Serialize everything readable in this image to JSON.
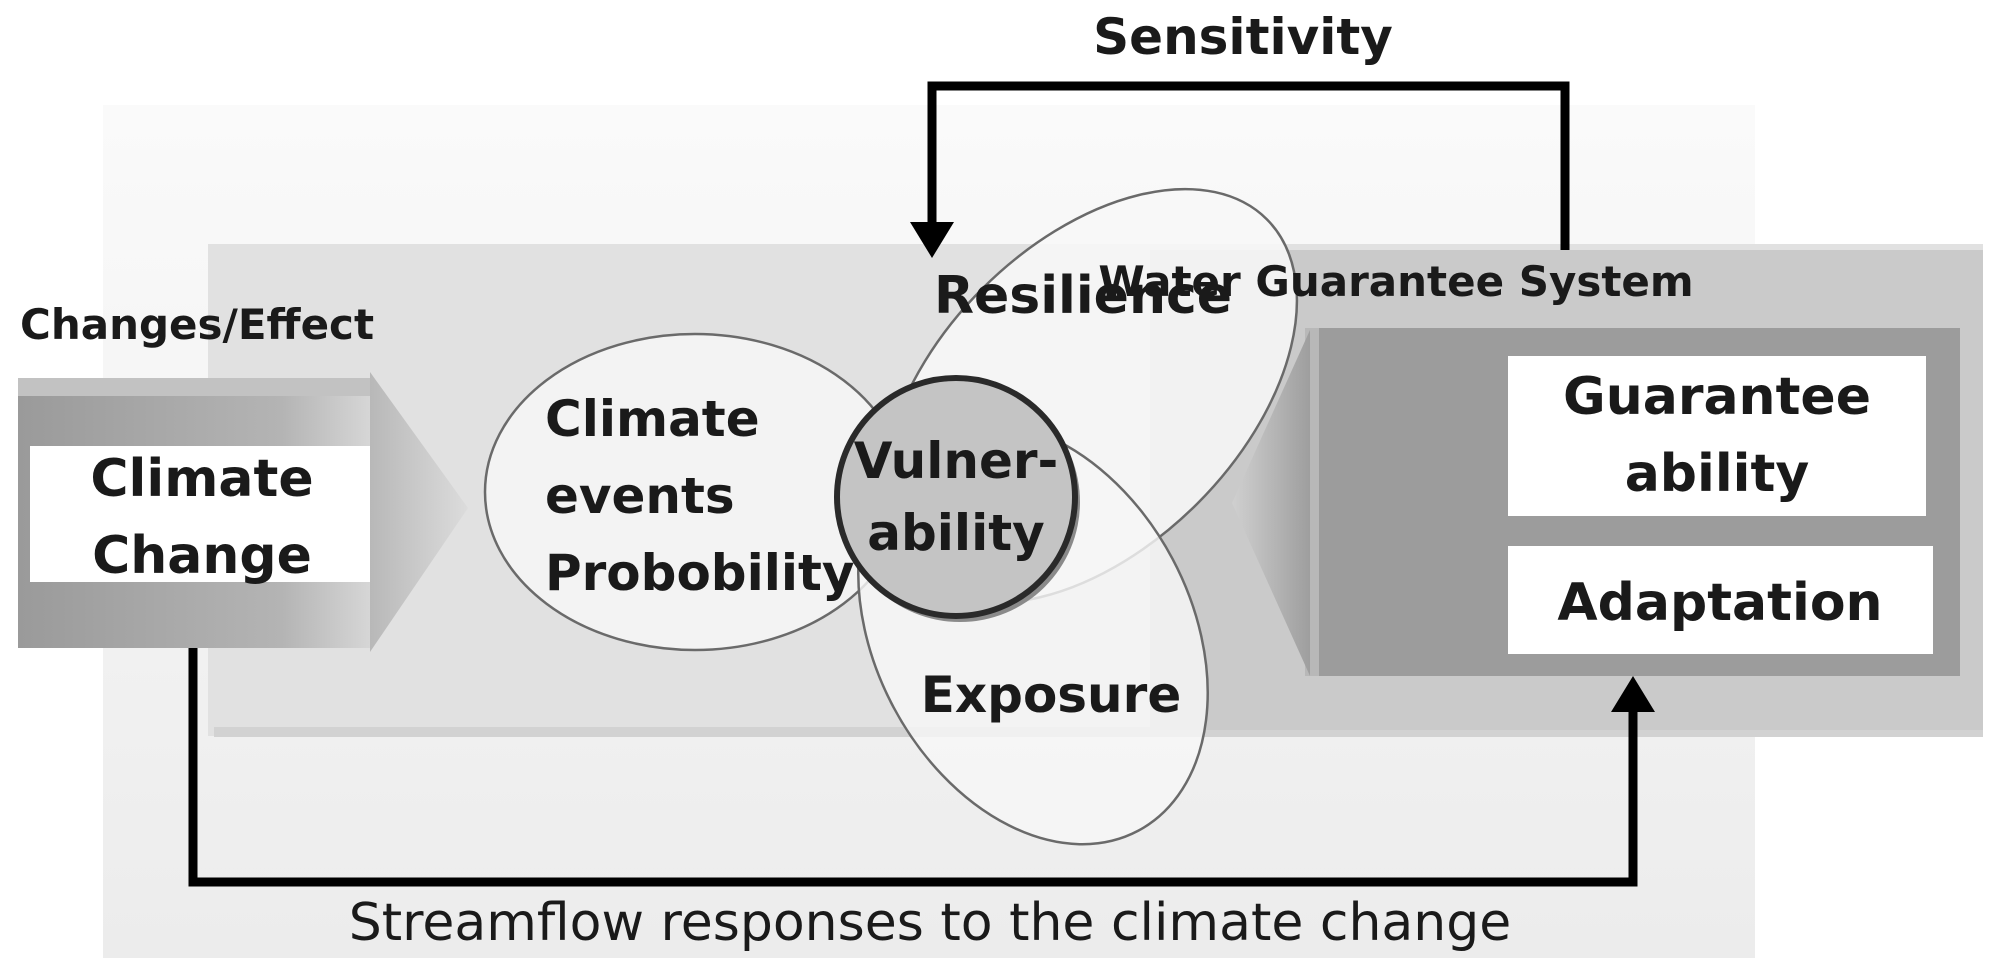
{
  "diagram": {
    "top_label": "Sensitivity",
    "left_header": "Changes/Effect",
    "climate_box": {
      "line1": "Climate",
      "line2": "Change"
    },
    "events_ellipse": {
      "line1": "Climate",
      "line2": "events",
      "line3": "Probobility"
    },
    "resilience_label": "Resilience",
    "exposure_label": "Exposure",
    "vulnerability": {
      "line1": "Vulner-",
      "line2": "ability"
    },
    "right_header": "Water Guarantee System",
    "guarantee_box": {
      "line1": "Guarantee",
      "line2": "ability"
    },
    "adaptation_box": "Adaptation",
    "bottom_caption": "Streamflow responses to the climate change"
  },
  "colors": {
    "outer_panel": "#f1f1f1",
    "middle_band": "#e2e2e2",
    "right_panel": "#c8c8c8",
    "right_inner": "#9b9b9b",
    "arrow_gray": "#a8a8a8",
    "vulnerability_fill": "#c4c4c4",
    "line": "#000000"
  }
}
